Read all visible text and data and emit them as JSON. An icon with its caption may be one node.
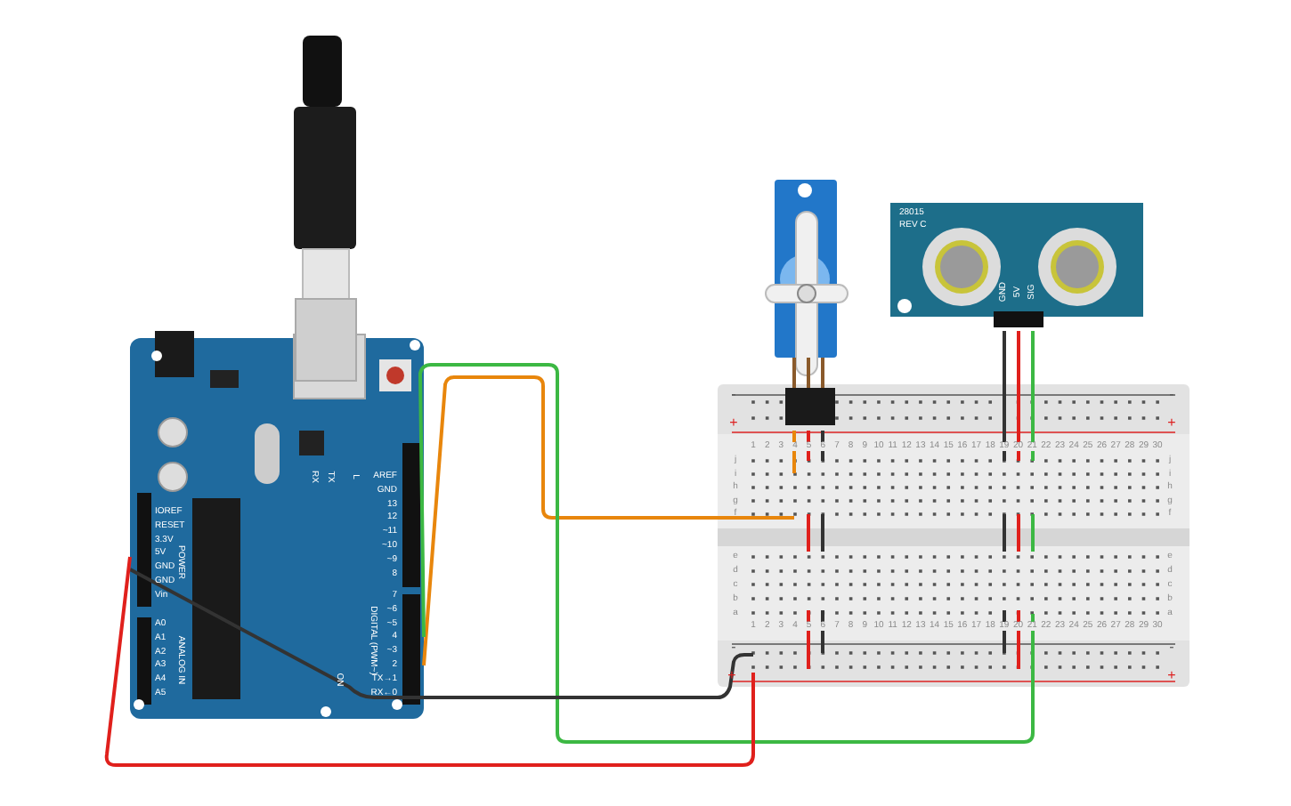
{
  "diagram": {
    "nodes": [
      {
        "text": [],
        "shape": "picture"
      },
      {
        "text": [],
        "shape": "picture"
      },
      {
        "text": [],
        "shape": "picture"
      },
      {
        "text": [],
        "shape": "picture"
      },
      {
        "text": [],
        "shape": "picture"
      }
    ],
    "edges": [
      {
        "from": 0,
        "to": 4,
        "arrow": "none",
        "color": "#e8860c"
      },
      {
        "from": 0,
        "to": 4,
        "arrow": "none",
        "color": "#3cb843"
      },
      {
        "from": 0,
        "to": 4,
        "arrow": "none",
        "color": "#333333"
      },
      {
        "from": 0,
        "to": 4,
        "arrow": "none",
        "color": "#e0201c"
      },
      {
        "from": 2,
        "to": 4,
        "arrow": "none",
        "color": "#e8860c"
      },
      {
        "from": 2,
        "to": 4,
        "arrow": "none",
        "color": "#e0201c"
      },
      {
        "from": 2,
        "to": 4,
        "arrow": "none",
        "color": "#333333"
      },
      {
        "from": 3,
        "to": 4,
        "arrow": "none",
        "color": "#333333"
      },
      {
        "from": 3,
        "to": 4,
        "arrow": "none",
        "color": "#e0201c"
      },
      {
        "from": 3,
        "to": 4,
        "arrow": "none",
        "color": "#3cb843"
      }
    ],
    "labels": [
      "IOREF",
      "RESET",
      "3.3V",
      "5V",
      "GND",
      "GND",
      "Vin",
      "POWER",
      "A0",
      "A1",
      "A2",
      "A3",
      "A4",
      "A5",
      "ANALOG IN",
      "AREF",
      "GND",
      "13",
      "12",
      "~11",
      "~10",
      "~9",
      "8",
      "7",
      "~6",
      "~5",
      "4",
      "~3",
      "2",
      "TX→1",
      "RX←0",
      "DIGITAL (PWM~)",
      "RX",
      "TX",
      "L",
      "ON",
      "28015",
      "REV C",
      "GND",
      "5V",
      "SIG",
      "1",
      "2",
      "3",
      "4",
      "5",
      "6",
      "7",
      "8",
      "9",
      "10",
      "11",
      "12",
      "13",
      "14",
      "15",
      "16",
      "17",
      "18",
      "19",
      "20",
      "21",
      "22",
      "23",
      "24",
      "25",
      "26",
      "27",
      "28",
      "29",
      "30",
      "j",
      "i",
      "h",
      "g",
      "f",
      "e",
      "d",
      "c",
      "b",
      "a",
      "1",
      "2",
      "3",
      "4",
      "5",
      "6",
      "7",
      "8",
      "9",
      "10",
      "11",
      "12",
      "13",
      "14",
      "15",
      "16",
      "17",
      "18",
      "19",
      "20",
      "21",
      "22",
      "23",
      "24",
      "25",
      "26",
      "27",
      "28",
      "29",
      "30",
      "j",
      "i",
      "h",
      "g",
      "f",
      "e",
      "d",
      "c",
      "b",
      "a",
      "-",
      "+",
      "-",
      "+",
      "-",
      "+",
      "-",
      "+"
    ]
  }
}
